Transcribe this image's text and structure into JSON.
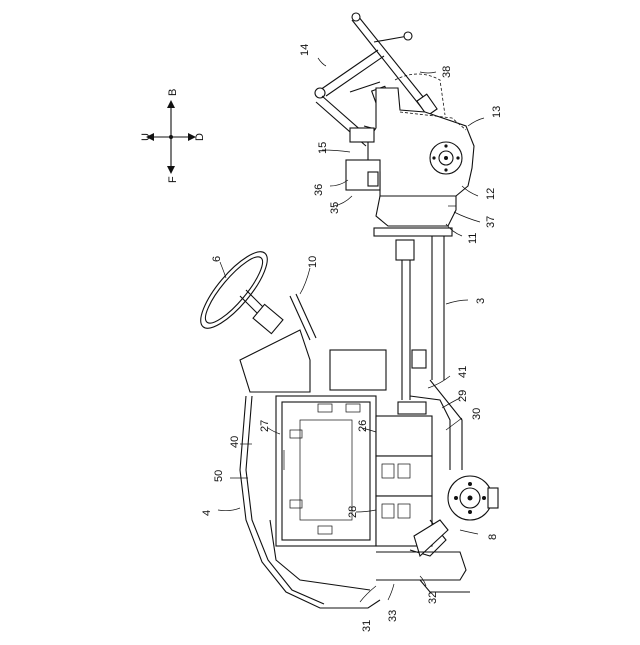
{
  "compass": {
    "up": "B",
    "down": "F",
    "left": "U",
    "right": "D"
  },
  "labels": [
    {
      "id": "14",
      "text": "14"
    },
    {
      "id": "38",
      "text": "38"
    },
    {
      "id": "13",
      "text": "13"
    },
    {
      "id": "15",
      "text": "15"
    },
    {
      "id": "36",
      "text": "36"
    },
    {
      "id": "35",
      "text": "35"
    },
    {
      "id": "12",
      "text": "12"
    },
    {
      "id": "37",
      "text": "37"
    },
    {
      "id": "11",
      "text": "11"
    },
    {
      "id": "6",
      "text": "6"
    },
    {
      "id": "10",
      "text": "10"
    },
    {
      "id": "3",
      "text": "3"
    },
    {
      "id": "41",
      "text": "41"
    },
    {
      "id": "29",
      "text": "29"
    },
    {
      "id": "30",
      "text": "30"
    },
    {
      "id": "40",
      "text": "40"
    },
    {
      "id": "27",
      "text": "27"
    },
    {
      "id": "26",
      "text": "26"
    },
    {
      "id": "50",
      "text": "50"
    },
    {
      "id": "4",
      "text": "4"
    },
    {
      "id": "28",
      "text": "28"
    },
    {
      "id": "8",
      "text": "8"
    },
    {
      "id": "31",
      "text": "31"
    },
    {
      "id": "33",
      "text": "33"
    },
    {
      "id": "32",
      "text": "32"
    }
  ]
}
